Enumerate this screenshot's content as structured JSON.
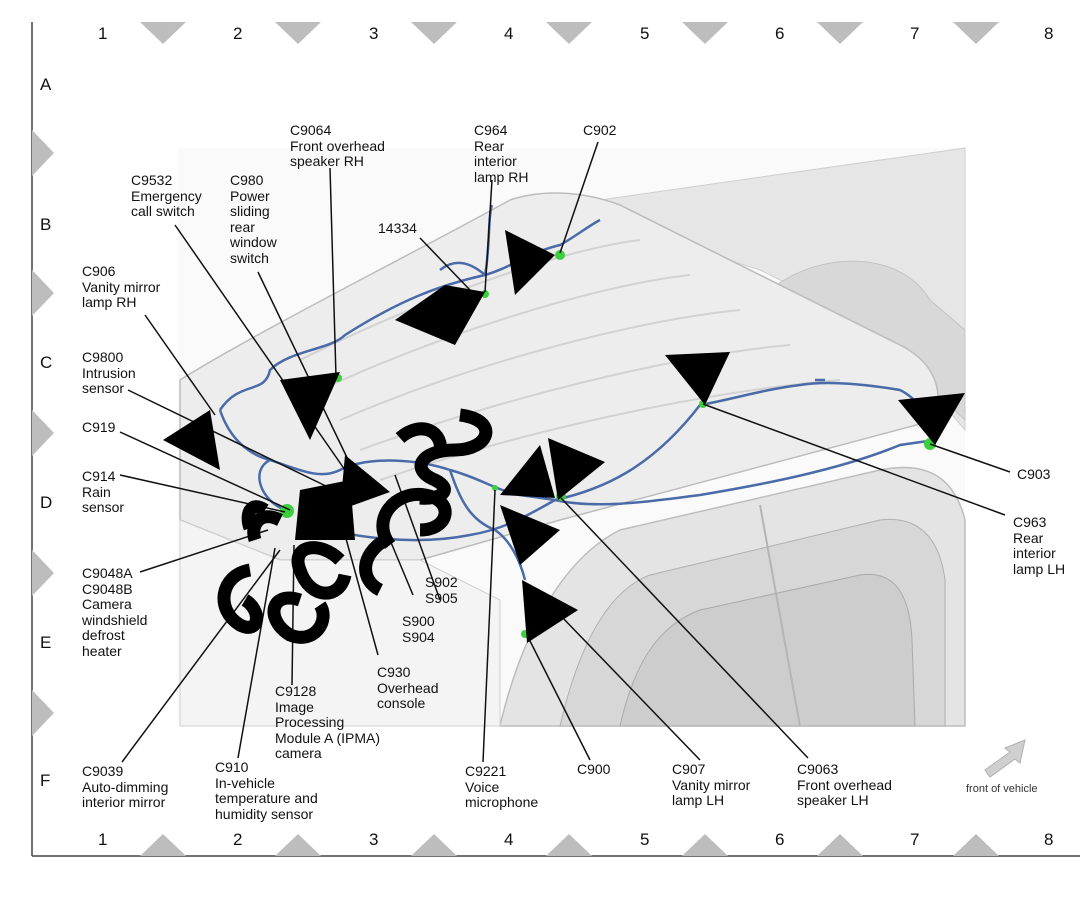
{
  "grid": {
    "columns": [
      "1",
      "2",
      "3",
      "4",
      "5",
      "6",
      "7",
      "8"
    ],
    "rows": [
      "A",
      "B",
      "C",
      "D",
      "E",
      "F"
    ]
  },
  "front_of_vehicle": "front of vehicle",
  "labels": {
    "c9064": "C9064\nFront overhead\nspeaker RH",
    "c964": "C964\nRear\ninterior\nlamp RH",
    "c902": "C902",
    "c9532": "C9532\nEmergency\ncall switch",
    "c980": "C980\nPower\nsliding\nrear\nwindow\nswitch",
    "n14334": "14334",
    "c906": "C906\nVanity mirror\nlamp RH",
    "c9800": "C9800\nIntrusion\nsensor",
    "c919": "C919",
    "c914": "C914\nRain\nsensor",
    "c9048": "C9048A\nC9048B\nCamera\nwindshield\ndefrost\nheater",
    "c903": "C903",
    "c963": "C963\nRear\ninterior\nlamp LH",
    "s902": "S902\nS905",
    "s900": "S900\nS904",
    "c930": "C930\nOverhead\nconsole",
    "c9128": "C9128\nImage\nProcessing\nModule A (IPMA)\ncamera",
    "c9039": "C9039\nAuto-dimming\ninterior mirror",
    "c910": "C910\nIn-vehicle\ntemperature and\nhumidity sensor",
    "c9221": "C9221\nVoice\nmicrophone",
    "c900": "C900",
    "c907": "C907\nVanity mirror\nlamp LH",
    "c9063": "C9063\nFront overhead\nspeaker LH"
  },
  "colors": {
    "harness": "#4a6aa8",
    "connector": "#3ccf3c",
    "frame": "#444444",
    "grid_marker": "#bdbdbd",
    "vehicle": "#e8e8e8"
  }
}
